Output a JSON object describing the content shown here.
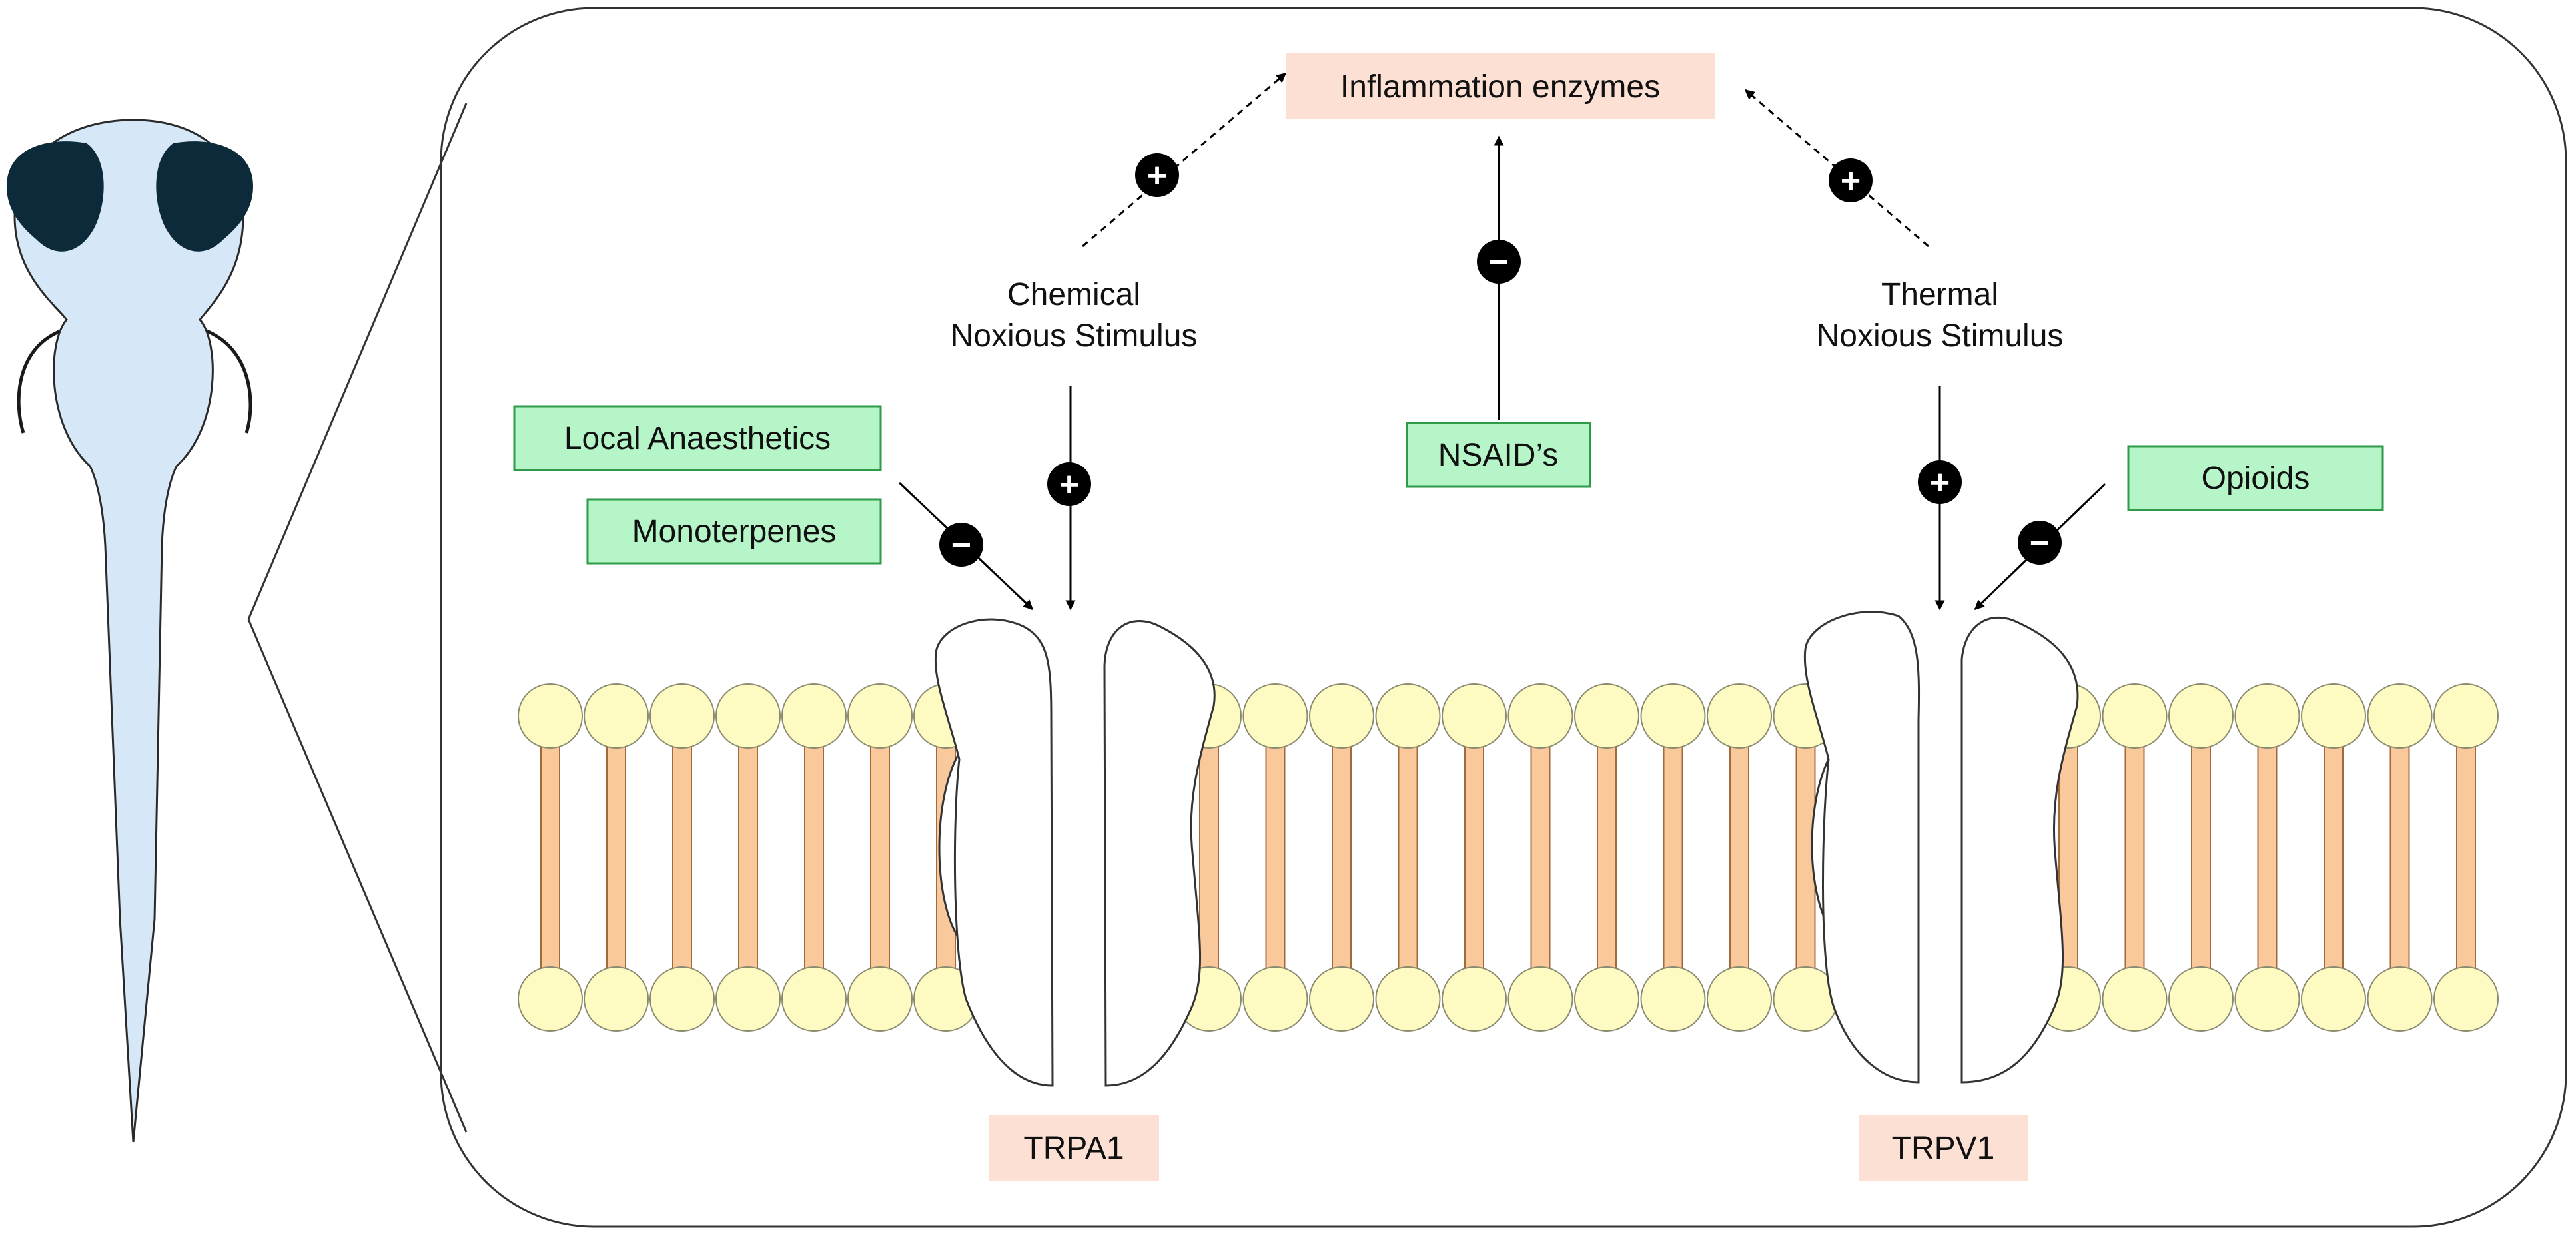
{
  "labels": {
    "inflammation_enzymes": "Inflammation enzymes",
    "chemical_stimulus_line1": "Chemical",
    "chemical_stimulus_line2": "Noxious Stimulus",
    "thermal_stimulus_line1": "Thermal",
    "thermal_stimulus_line2": "Noxious Stimulus",
    "local_anaesthetics": "Local Anaesthetics",
    "monoterpenes": "Monoterpenes",
    "nsaids": "NSAID’s",
    "opioids": "Opioids",
    "trpa1": "TRPA1",
    "trpv1": "TRPV1"
  },
  "signs": {
    "plus": "+",
    "minus": "−"
  },
  "colors": {
    "target_box": "#fde0d4",
    "drug_box_fill": "#b5f5c8",
    "drug_box_stroke": "#2e9a4a",
    "lipid_head_fill": "#fdfbc2",
    "lipid_head_stroke": "#8a8a70",
    "lipid_tail_fill": "#f9c89b",
    "lipid_tail_stroke": "#a06a3a",
    "larva_body": "#d6e8f7",
    "larva_eye": "#0d2a3a",
    "sign_circle": "#000000"
  }
}
